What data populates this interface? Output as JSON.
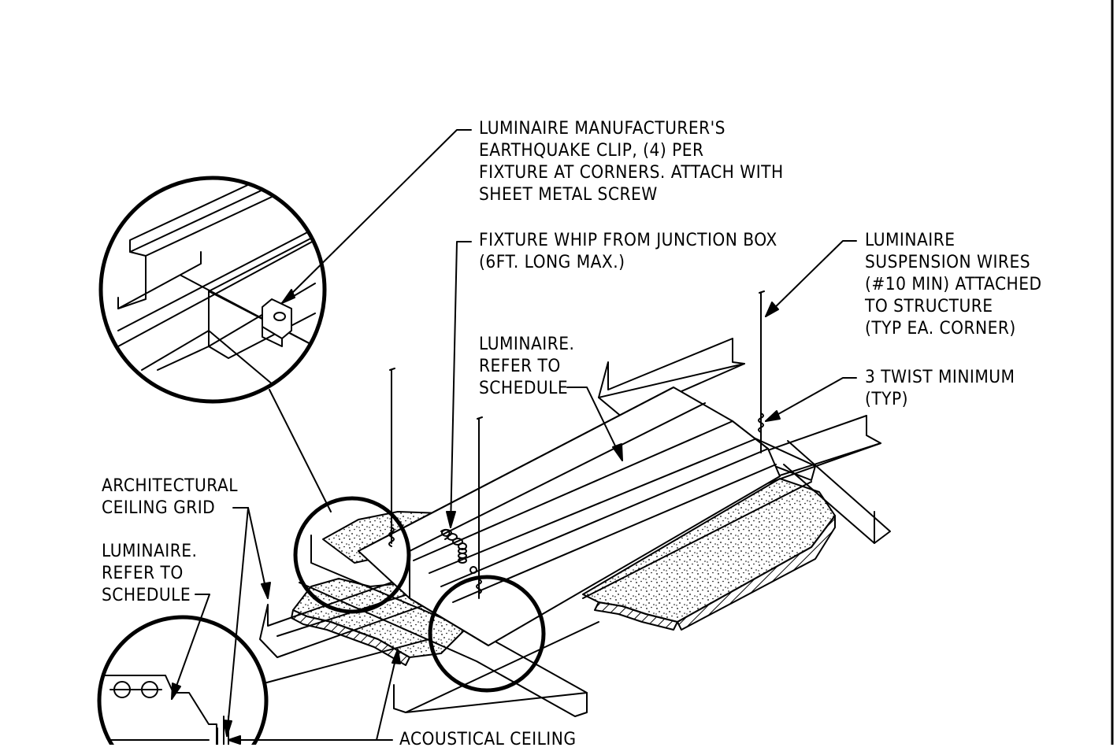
{
  "notes": {
    "earthquake_clip": [
      "LUMINAIRE MANUFACTURER'S",
      "EARTHQUAKE CLIP, (4) PER",
      "FIXTURE AT CORNERS. ATTACH WITH",
      "SHEET METAL SCREW"
    ],
    "fixture_whip": [
      "FIXTURE WHIP FROM JUNCTION BOX",
      "(6FT. LONG MAX.)"
    ],
    "suspension_wires": [
      "LUMINAIRE",
      "SUSPENSION WIRES",
      "(#10 MIN) ATTACHED",
      "TO STRUCTURE",
      "(TYP EA. CORNER)"
    ],
    "luminaire_center": [
      "LUMINAIRE.",
      "REFER TO",
      "SCHEDULE"
    ],
    "twist_minimum": [
      "3 TWIST MINIMUM",
      "(TYP)"
    ],
    "ceiling_grid": [
      "ARCHITECTURAL",
      "CEILING GRID"
    ],
    "luminaire_left": [
      "LUMINAIRE.",
      "REFER TO",
      "SCHEDULE"
    ],
    "acoustical_ceiling": [
      "ACOUSTICAL CEILING"
    ]
  },
  "colors": {
    "line": "#000000",
    "background": "#ffffff"
  }
}
